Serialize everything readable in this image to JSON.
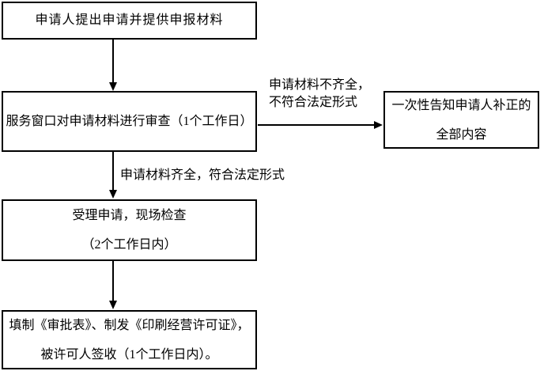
{
  "flowchart": {
    "box_submit": {
      "text": "申请人提出申请并提供申报材料"
    },
    "box_review": {
      "text": "服务窗口对申请材料进行审查（1个工作日）"
    },
    "box_notify": {
      "line1": "一次性告知申请人补正的",
      "line2": "全部内容"
    },
    "box_accept": {
      "line1": "受理申请，现场检查",
      "line2": "（2个工作日内）"
    },
    "box_issue": {
      "line1": "填制《审批表》、制发《印刷经营许可证》，",
      "line2": "被许可人签收（1个工作日内）。"
    },
    "label_incomplete": {
      "line1": "申请材料不齐全，",
      "line2": "不符合法定形式"
    },
    "label_complete": {
      "text": "申请材料齐全，符合法定形式"
    },
    "colors": {
      "border": "#000000",
      "text": "#000000",
      "background": "#ffffff"
    }
  }
}
